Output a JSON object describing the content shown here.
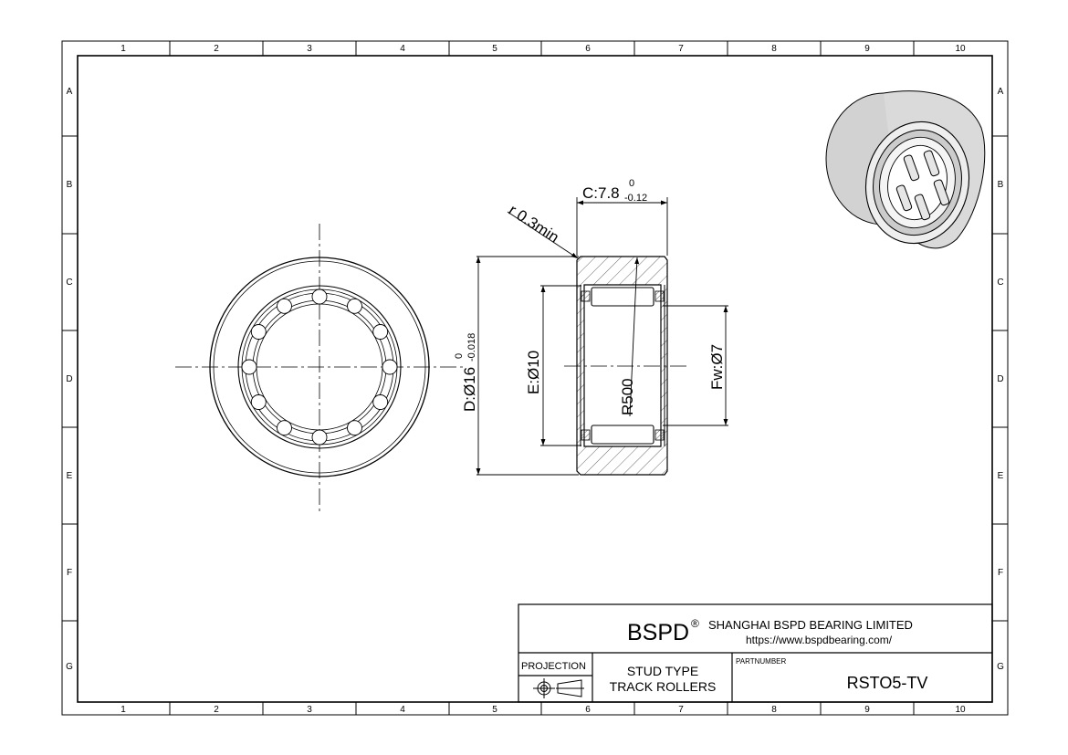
{
  "frame": {
    "columns": [
      "1",
      "2",
      "3",
      "4",
      "5",
      "6",
      "7",
      "8",
      "9",
      "10"
    ],
    "rows": [
      "A",
      "B",
      "C",
      "D",
      "E",
      "F",
      "G"
    ]
  },
  "dimensions": {
    "width_C": "C:7.8",
    "width_C_upper": "0",
    "width_C_lower": "-0.12",
    "radius_r": "r 0.3min",
    "outer_D": "D:Ø16",
    "outer_D_upper": "0",
    "outer_D_lower": "-0.018",
    "inner_E": "E:Ø10",
    "crown_R": "R500",
    "roller_Fw": "Fw:Ø7"
  },
  "title_block": {
    "brand": "BSPD",
    "brand_mark": "®",
    "company": "SHANGHAI BSPD BEARING LIMITED",
    "website": "https://www.bspdbearing.com/",
    "projection_label": "PROJECTION",
    "product_line1": "STUD TYPE",
    "product_line2": "TRACK ROLLERS",
    "partnumber_label": "PARTNUMBER",
    "partnumber": "RSTO5-TV"
  }
}
